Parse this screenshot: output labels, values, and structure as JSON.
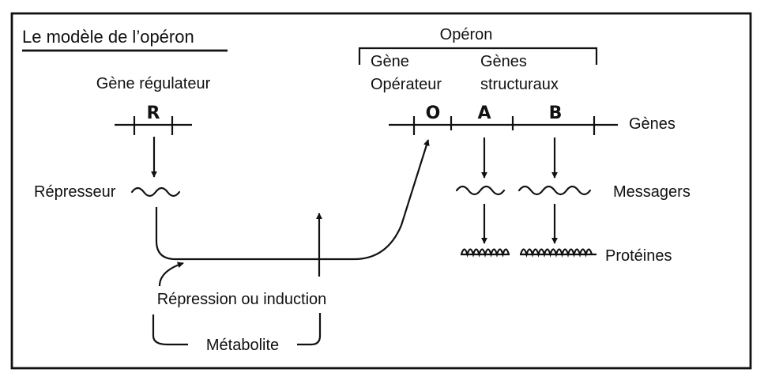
{
  "title": "Le modèle de l’opéron",
  "operon": {
    "label": "Opéron",
    "gene_operateur": [
      "Gène",
      "Opérateur"
    ],
    "genes_structuraux": [
      "Gènes",
      "structuraux"
    ]
  },
  "regulator": {
    "label": "Gène régulateur",
    "letter": "R"
  },
  "gene_letters": {
    "operator": "O",
    "a": "A",
    "b": "B"
  },
  "row_labels": {
    "genes": "Gènes",
    "messagers": "Messagers",
    "proteines": "Protéines",
    "represseur": "Répresseur"
  },
  "control": {
    "repression_induction": "Répression ou induction",
    "metabolite": "Métabolite"
  }
}
